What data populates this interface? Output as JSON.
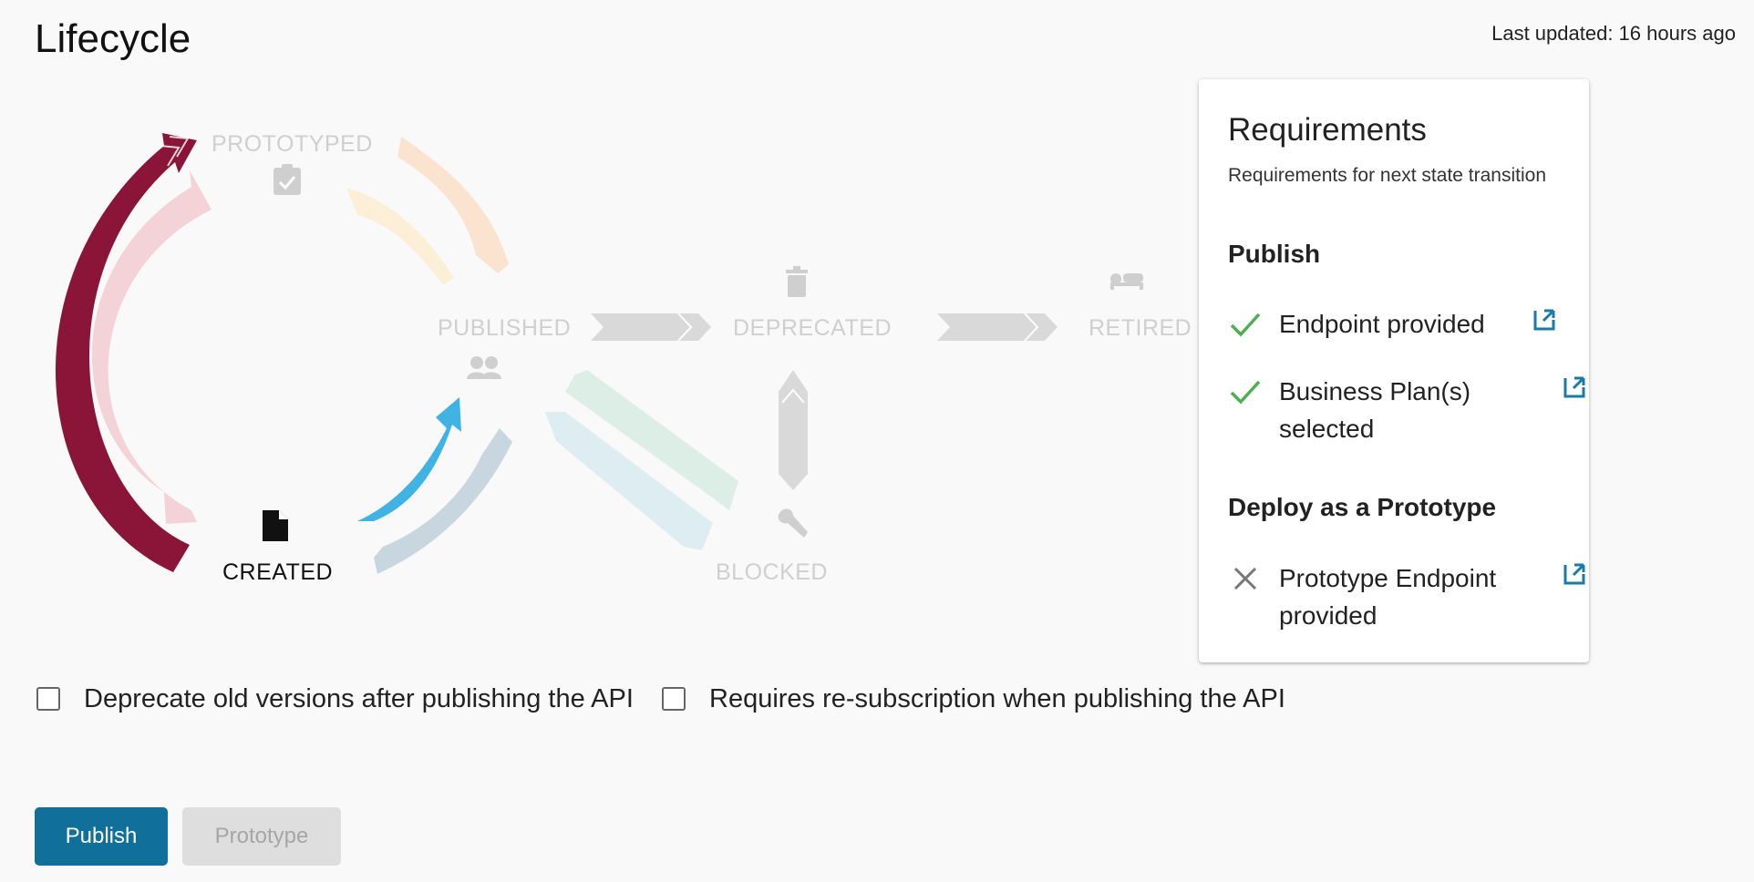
{
  "page": {
    "title": "Lifecycle",
    "last_updated": "Last updated: 16 hours ago"
  },
  "lifecycle": {
    "current_state": "CREATED",
    "states": {
      "prototyped": "PROTOTYPED",
      "published": "PUBLISHED",
      "deprecated": "DEPRECATED",
      "retired": "RETIRED",
      "created": "CREATED",
      "blocked": "BLOCKED"
    },
    "icons": {
      "prototyped": "clipboard-check-icon",
      "published": "people-icon",
      "deprecated": "trash-icon",
      "retired": "bed-icon",
      "created": "document-icon",
      "blocked": "wrench-icon"
    },
    "colors": {
      "created_to_prototyped": "#8a1538",
      "created_to_published": "#3fb3e3",
      "inactive_gray": "#cfcfcf"
    }
  },
  "requirements": {
    "title": "Requirements",
    "subtitle": "Requirements for next state transition",
    "groups": [
      {
        "name": "Publish",
        "items": [
          {
            "text": "Endpoint provided",
            "status": "met"
          },
          {
            "text": "Business Plan(s) selected",
            "status": "met"
          }
        ]
      },
      {
        "name": "Deploy as a Prototype",
        "items": [
          {
            "text": "Prototype Endpoint provided",
            "status": "unmet"
          }
        ]
      }
    ],
    "colors": {
      "met": "#4caf50",
      "unmet": "#777777",
      "link": "#1a7aa8"
    }
  },
  "options": {
    "deprecate_old": {
      "label": "Deprecate old versions after publishing the API",
      "checked": false
    },
    "require_resubscription": {
      "label": "Requires re-subscription when publishing the API",
      "checked": false
    }
  },
  "actions": {
    "publish": "Publish",
    "prototype": "Prototype"
  }
}
